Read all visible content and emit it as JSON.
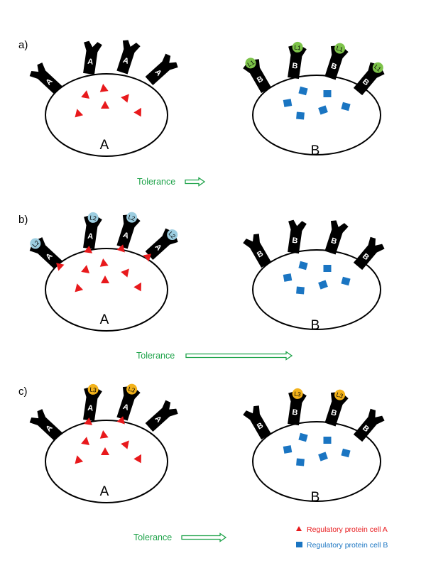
{
  "panels": [
    {
      "label": "a)",
      "tolerance_text": "Tolerance",
      "left_cell": {
        "name": "A",
        "receptor_text": "A",
        "ligand_text": "",
        "ligand_color": "",
        "ligand_on": [],
        "bound_on": []
      },
      "right_cell": {
        "name": "B",
        "receptor_text": "B",
        "ligand_text": "L1",
        "ligand_color": "#7dc34a",
        "ligand_on": [
          0,
          1,
          2,
          3
        ]
      }
    },
    {
      "label": "b)",
      "tolerance_text": "Tolerance",
      "left_cell": {
        "name": "A",
        "receptor_text": "A",
        "ligand_text": "L2",
        "ligand_color": "#9ccde0",
        "ligand_on": [
          0,
          1,
          2,
          3
        ],
        "bound_on": [
          0,
          1,
          2,
          3
        ]
      },
      "right_cell": {
        "name": "B",
        "receptor_text": "B",
        "ligand_text": "",
        "ligand_color": "",
        "ligand_on": []
      }
    },
    {
      "label": "c)",
      "tolerance_text": "Tolerance",
      "left_cell": {
        "name": "A",
        "receptor_text": "A",
        "ligand_text": "L3",
        "ligand_color": "#f2b21b",
        "ligand_on": [
          1,
          2
        ],
        "bound_on": [
          1,
          2
        ]
      },
      "right_cell": {
        "name": "B",
        "receptor_text": "B",
        "ligand_text": "L3",
        "ligand_color": "#f2b21b",
        "ligand_on": [
          1,
          2
        ]
      }
    }
  ],
  "legend": [
    {
      "text": "Regulatory protein cell A",
      "symbol": "triangle",
      "color": "#e8191c"
    },
    {
      "text": "Regulatory protein cell B",
      "symbol": "square",
      "color": "#1a75c2"
    }
  ],
  "colors": {
    "protein_a": "#e8191c",
    "protein_b": "#1a75c2",
    "tolerance": "#1fa34a",
    "receptor": "#000000"
  }
}
